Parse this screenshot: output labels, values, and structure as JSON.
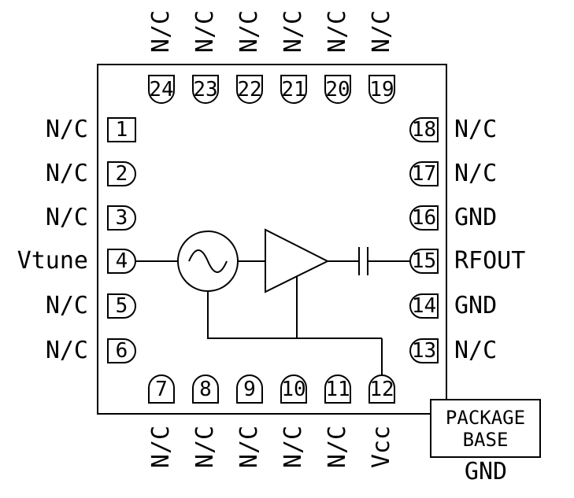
{
  "pins": {
    "top": [
      {
        "number": "24",
        "label": "N/C"
      },
      {
        "number": "23",
        "label": "N/C"
      },
      {
        "number": "22",
        "label": "N/C"
      },
      {
        "number": "21",
        "label": "N/C"
      },
      {
        "number": "20",
        "label": "N/C"
      },
      {
        "number": "19",
        "label": "N/C"
      }
    ],
    "left": [
      {
        "number": "1",
        "label": "N/C"
      },
      {
        "number": "2",
        "label": "N/C"
      },
      {
        "number": "3",
        "label": "N/C"
      },
      {
        "number": "4",
        "label": "Vtune"
      },
      {
        "number": "5",
        "label": "N/C"
      },
      {
        "number": "6",
        "label": "N/C"
      }
    ],
    "right": [
      {
        "number": "18",
        "label": "N/C"
      },
      {
        "number": "17",
        "label": "N/C"
      },
      {
        "number": "16",
        "label": "GND"
      },
      {
        "number": "15",
        "label": "RFOUT"
      },
      {
        "number": "14",
        "label": "GND"
      },
      {
        "number": "13",
        "label": "N/C"
      }
    ],
    "bottom": [
      {
        "number": "7",
        "label": "N/C"
      },
      {
        "number": "8",
        "label": "N/C"
      },
      {
        "number": "9",
        "label": "N/C"
      },
      {
        "number": "10",
        "label": "N/C"
      },
      {
        "number": "11",
        "label": "N/C"
      },
      {
        "number": "12",
        "label": "Vcc"
      }
    ]
  },
  "package_base": {
    "line1": "PACKAGE",
    "line2": "BASE",
    "ground": "GND"
  },
  "icons": {
    "oscillator": "sine-oscillator-symbol",
    "amplifier": "amplifier-triangle-symbol",
    "capacitor": "dc-block-capacitor-symbol"
  },
  "colors": {
    "line": "#000000",
    "background": "#ffffff",
    "text": "#000000"
  }
}
